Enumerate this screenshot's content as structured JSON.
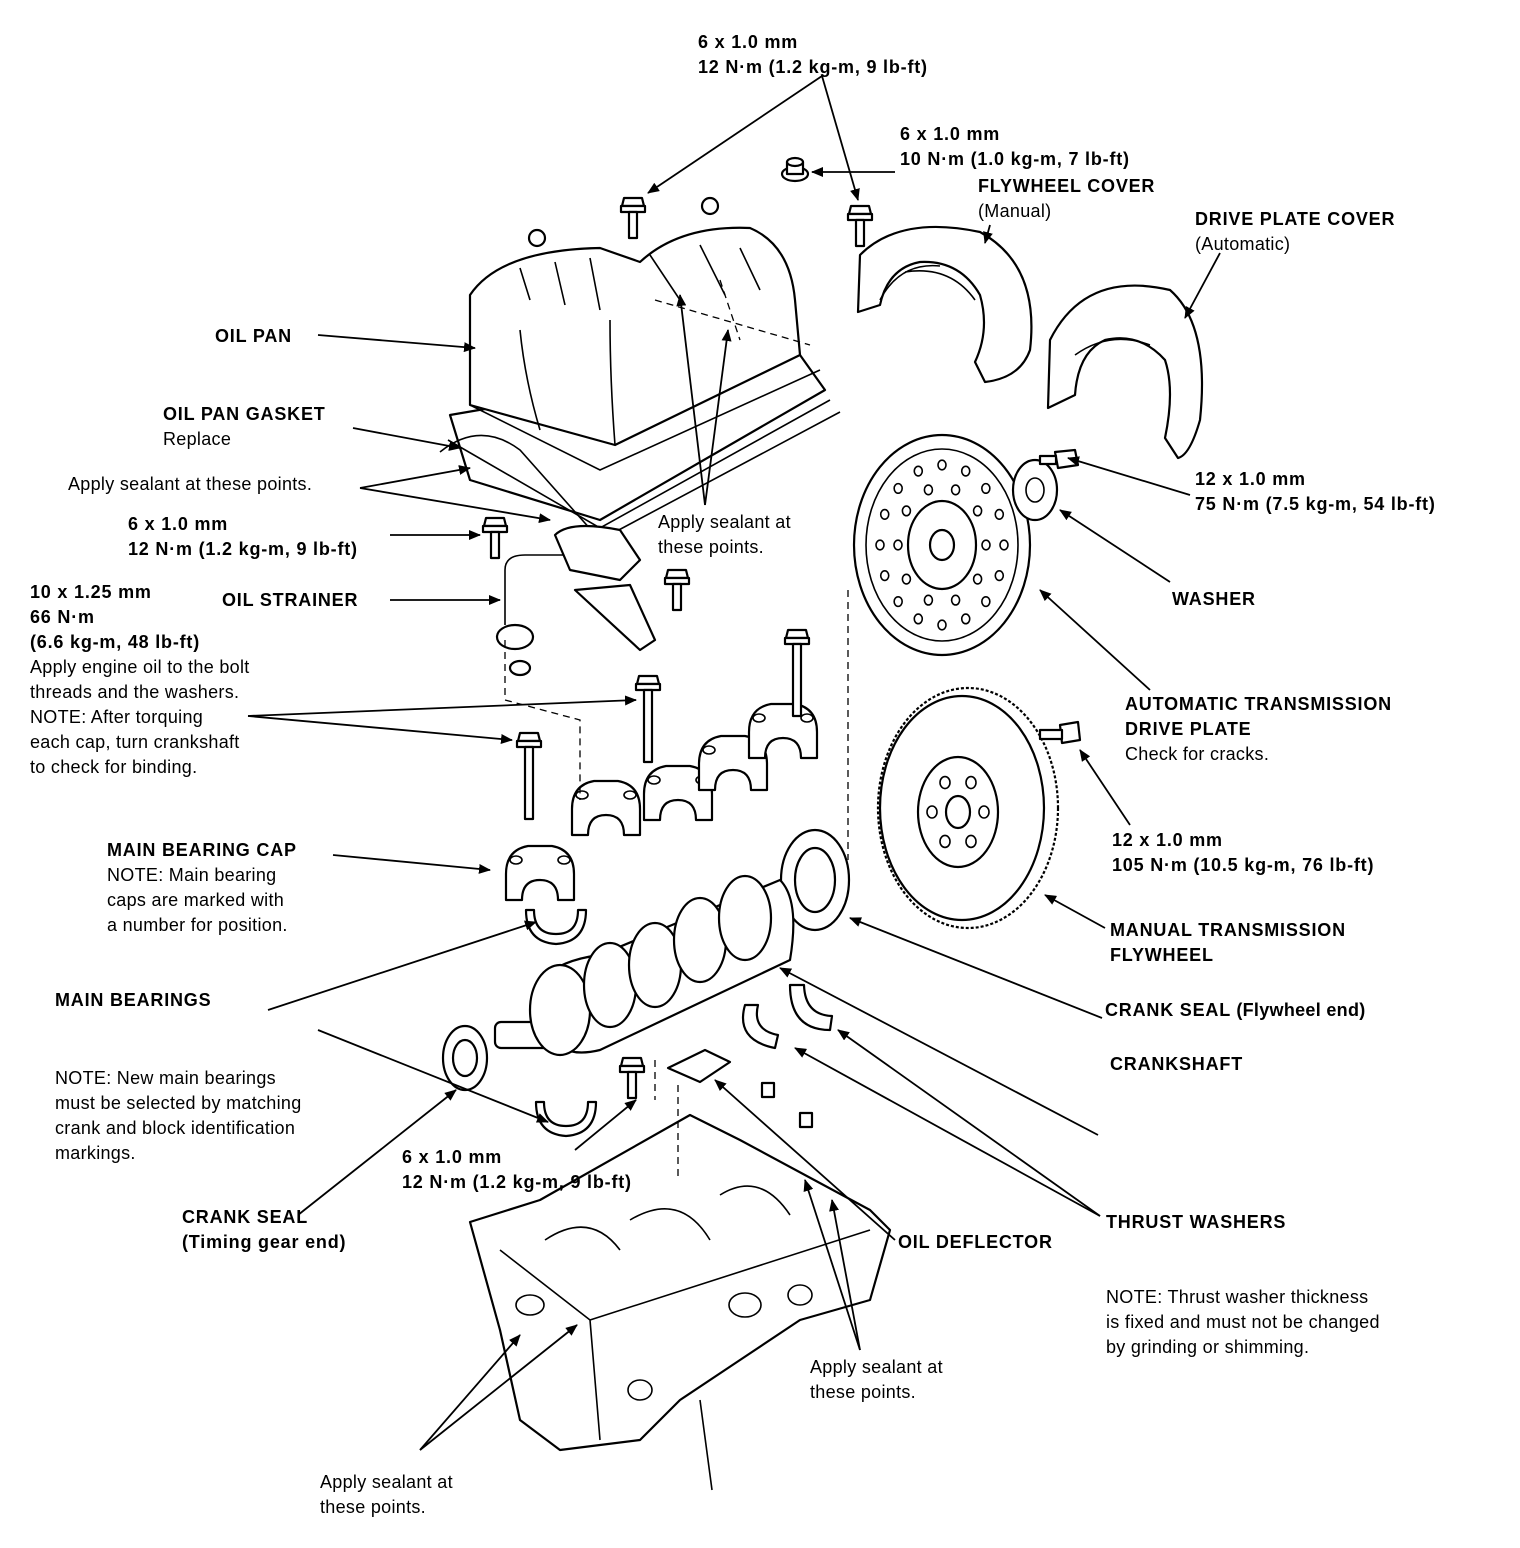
{
  "labels": {
    "bolt_top_1": "6 x 1.0 mm",
    "bolt_top_2": "12 N·m (1.2 kg-m, 9 lb-ft)",
    "nut_top_1": "6 x 1.0 mm",
    "nut_top_2": "10 N·m (1.0 kg-m, 7 lb-ft)",
    "flywheel_cover_1": "FLYWHEEL COVER",
    "flywheel_cover_2": "(Manual)",
    "drive_plate_cover_1": "DRIVE PLATE COVER",
    "drive_plate_cover_2": "(Automatic)",
    "oil_pan": "OIL PAN",
    "oil_pan_gasket_1": "OIL PAN GASKET",
    "oil_pan_gasket_2": "Replace",
    "sealant_pan_left": "Apply sealant at these points.",
    "sealant_pan_right_1": "Apply sealant at",
    "sealant_pan_right_2": "these points.",
    "bolt_strainer_1": "6 x 1.0 mm",
    "bolt_strainer_2": "12 N·m (1.2 kg-m, 9 lb-ft)",
    "drive_plate_bolt_1": "12 x 1.0 mm",
    "drive_plate_bolt_2": "75 N·m (7.5 kg-m, 54 lb-ft)",
    "washer": "WASHER",
    "cap_bolt_1": "10 x 1.25 mm",
    "cap_bolt_2": "66 N·m",
    "cap_bolt_3": "(6.6 kg-m, 48 lb-ft)",
    "cap_bolt_4": "Apply engine oil to the bolt",
    "cap_bolt_5": "threads and the washers.",
    "cap_bolt_6": "NOTE: After torquing",
    "cap_bolt_7": "each cap, turn crankshaft",
    "cap_bolt_8": "to check for binding.",
    "oil_strainer": "OIL STRAINER",
    "at_drive_plate_1": "AUTOMATIC TRANSMISSION",
    "at_drive_plate_2": "DRIVE PLATE",
    "at_drive_plate_3": "Check for cracks.",
    "flywheel_bolt_1": "12 x 1.0 mm",
    "flywheel_bolt_2": "105 N·m (10.5 kg-m, 76 lb-ft)",
    "main_bearing_cap_1": "MAIN BEARING CAP",
    "main_bearing_cap_2": "NOTE: Main bearing",
    "main_bearing_cap_3": "caps are marked with",
    "main_bearing_cap_4": "a number for position.",
    "mt_flywheel_1": "MANUAL TRANSMISSION",
    "mt_flywheel_2": "FLYWHEEL",
    "main_bearings": "MAIN BEARINGS",
    "crank_seal_fly_1": "CRANK SEAL",
    "crank_seal_fly_2": "(Flywheel end)",
    "crankshaft": "CRANKSHAFT",
    "bearings_note_1": "NOTE: New main bearings",
    "bearings_note_2": "must be selected by matching",
    "bearings_note_3": "crank and block identification",
    "bearings_note_4": "markings.",
    "bolt_deflector_1": "6 x 1.0 mm",
    "bolt_deflector_2": "12 N·m (1.2 kg-m, 9 lb-ft)",
    "crank_seal_timing_1": "CRANK SEAL",
    "crank_seal_timing_2": "(Timing gear end)",
    "oil_deflector": "OIL DEFLECTOR",
    "thrust_washers": "THRUST WASHERS",
    "thrust_note_1": "NOTE: Thrust washer thickness",
    "thrust_note_2": "is fixed and must not be changed",
    "thrust_note_3": "by grinding or shimming.",
    "sealant_block_right_1": "Apply sealant at",
    "sealant_block_right_2": "these points.",
    "sealant_block_left_1": "Apply sealant at",
    "sealant_block_left_2": "these points."
  }
}
